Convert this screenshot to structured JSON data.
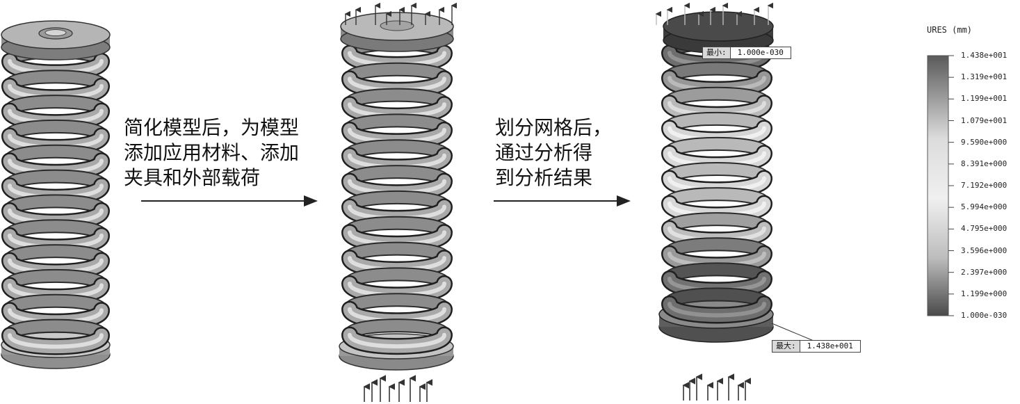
{
  "steps": [
    {
      "lines": [
        "简化模型后，为模型",
        "添加应用材料、添加",
        "夹具和外部载荷"
      ]
    },
    {
      "lines": [
        "划分网格后，",
        "通过分析得",
        "到分析结果"
      ]
    }
  ],
  "probes": {
    "min": {
      "label": "最小:",
      "value": "1.000e-030"
    },
    "max": {
      "label": "最大:",
      "value": "1.438e+001"
    }
  },
  "legend": {
    "title": "URES (mm)",
    "labels": [
      "1.438e+001",
      "1.319e+001",
      "1.199e+001",
      "1.079e+001",
      "9.590e+000",
      "8.391e+000",
      "7.192e+000",
      "5.994e+000",
      "4.795e+000",
      "3.596e+000",
      "2.397e+000",
      "1.199e+000",
      "1.000e-030"
    ]
  },
  "colors": {
    "spring_light": "#d6d6d6",
    "spring_mid": "#a5a5a5",
    "spring_dark": "#5a5a5a",
    "arrow": "#333333"
  }
}
